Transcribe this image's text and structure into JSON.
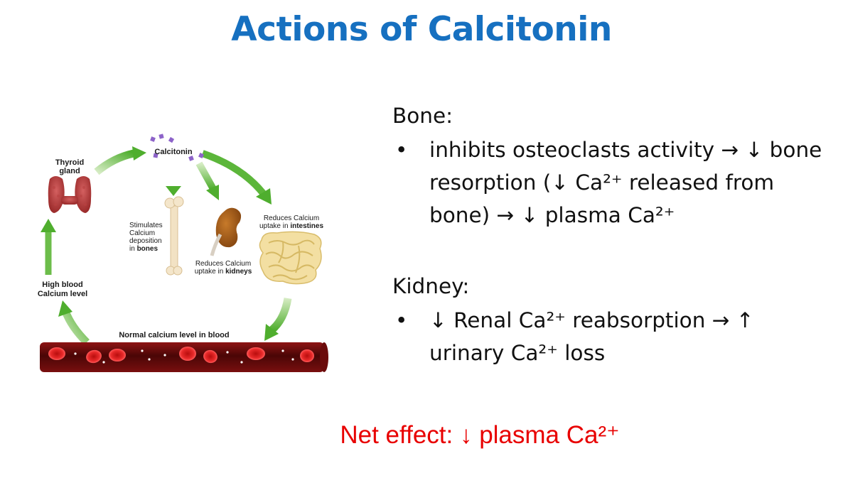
{
  "title": "Actions of Calcitonin",
  "diagram": {
    "calcitonin": "Calcitonin",
    "thyroid_line1": "Thyroid",
    "thyroid_line2": "gland",
    "high_line1": "High blood",
    "high_line2": "Calcium level",
    "bone_line1": "Stimulates",
    "bone_line2": "Calcium",
    "bone_line3": "deposition",
    "bone_line4_prefix": "in ",
    "bone_line4_bold": "bones",
    "kidney_line1": "Reduces Calcium",
    "kidney_line2_prefix": "uptake in ",
    "kidney_line2_bold": "kidneys",
    "intestine_line1": "Reduces Calcium",
    "intestine_line2_prefix": "uptake in ",
    "intestine_line2_bold": "intestines",
    "normal": "Normal calcium level in blood"
  },
  "content": {
    "bone_heading": "Bone:",
    "bone_bullet": "inhibits osteoclasts activity → ↓ bone resorption (↓ Ca²⁺ released from bone) → ↓ plasma Ca²⁺",
    "kidney_heading": "Kidney:",
    "kidney_bullet": "↓ Renal Ca²⁺ reabsorption → ↑ urinary Ca²⁺ loss",
    "bullet_symbol": "•"
  },
  "net_effect": "Net effect: ↓ plasma Ca²⁺"
}
